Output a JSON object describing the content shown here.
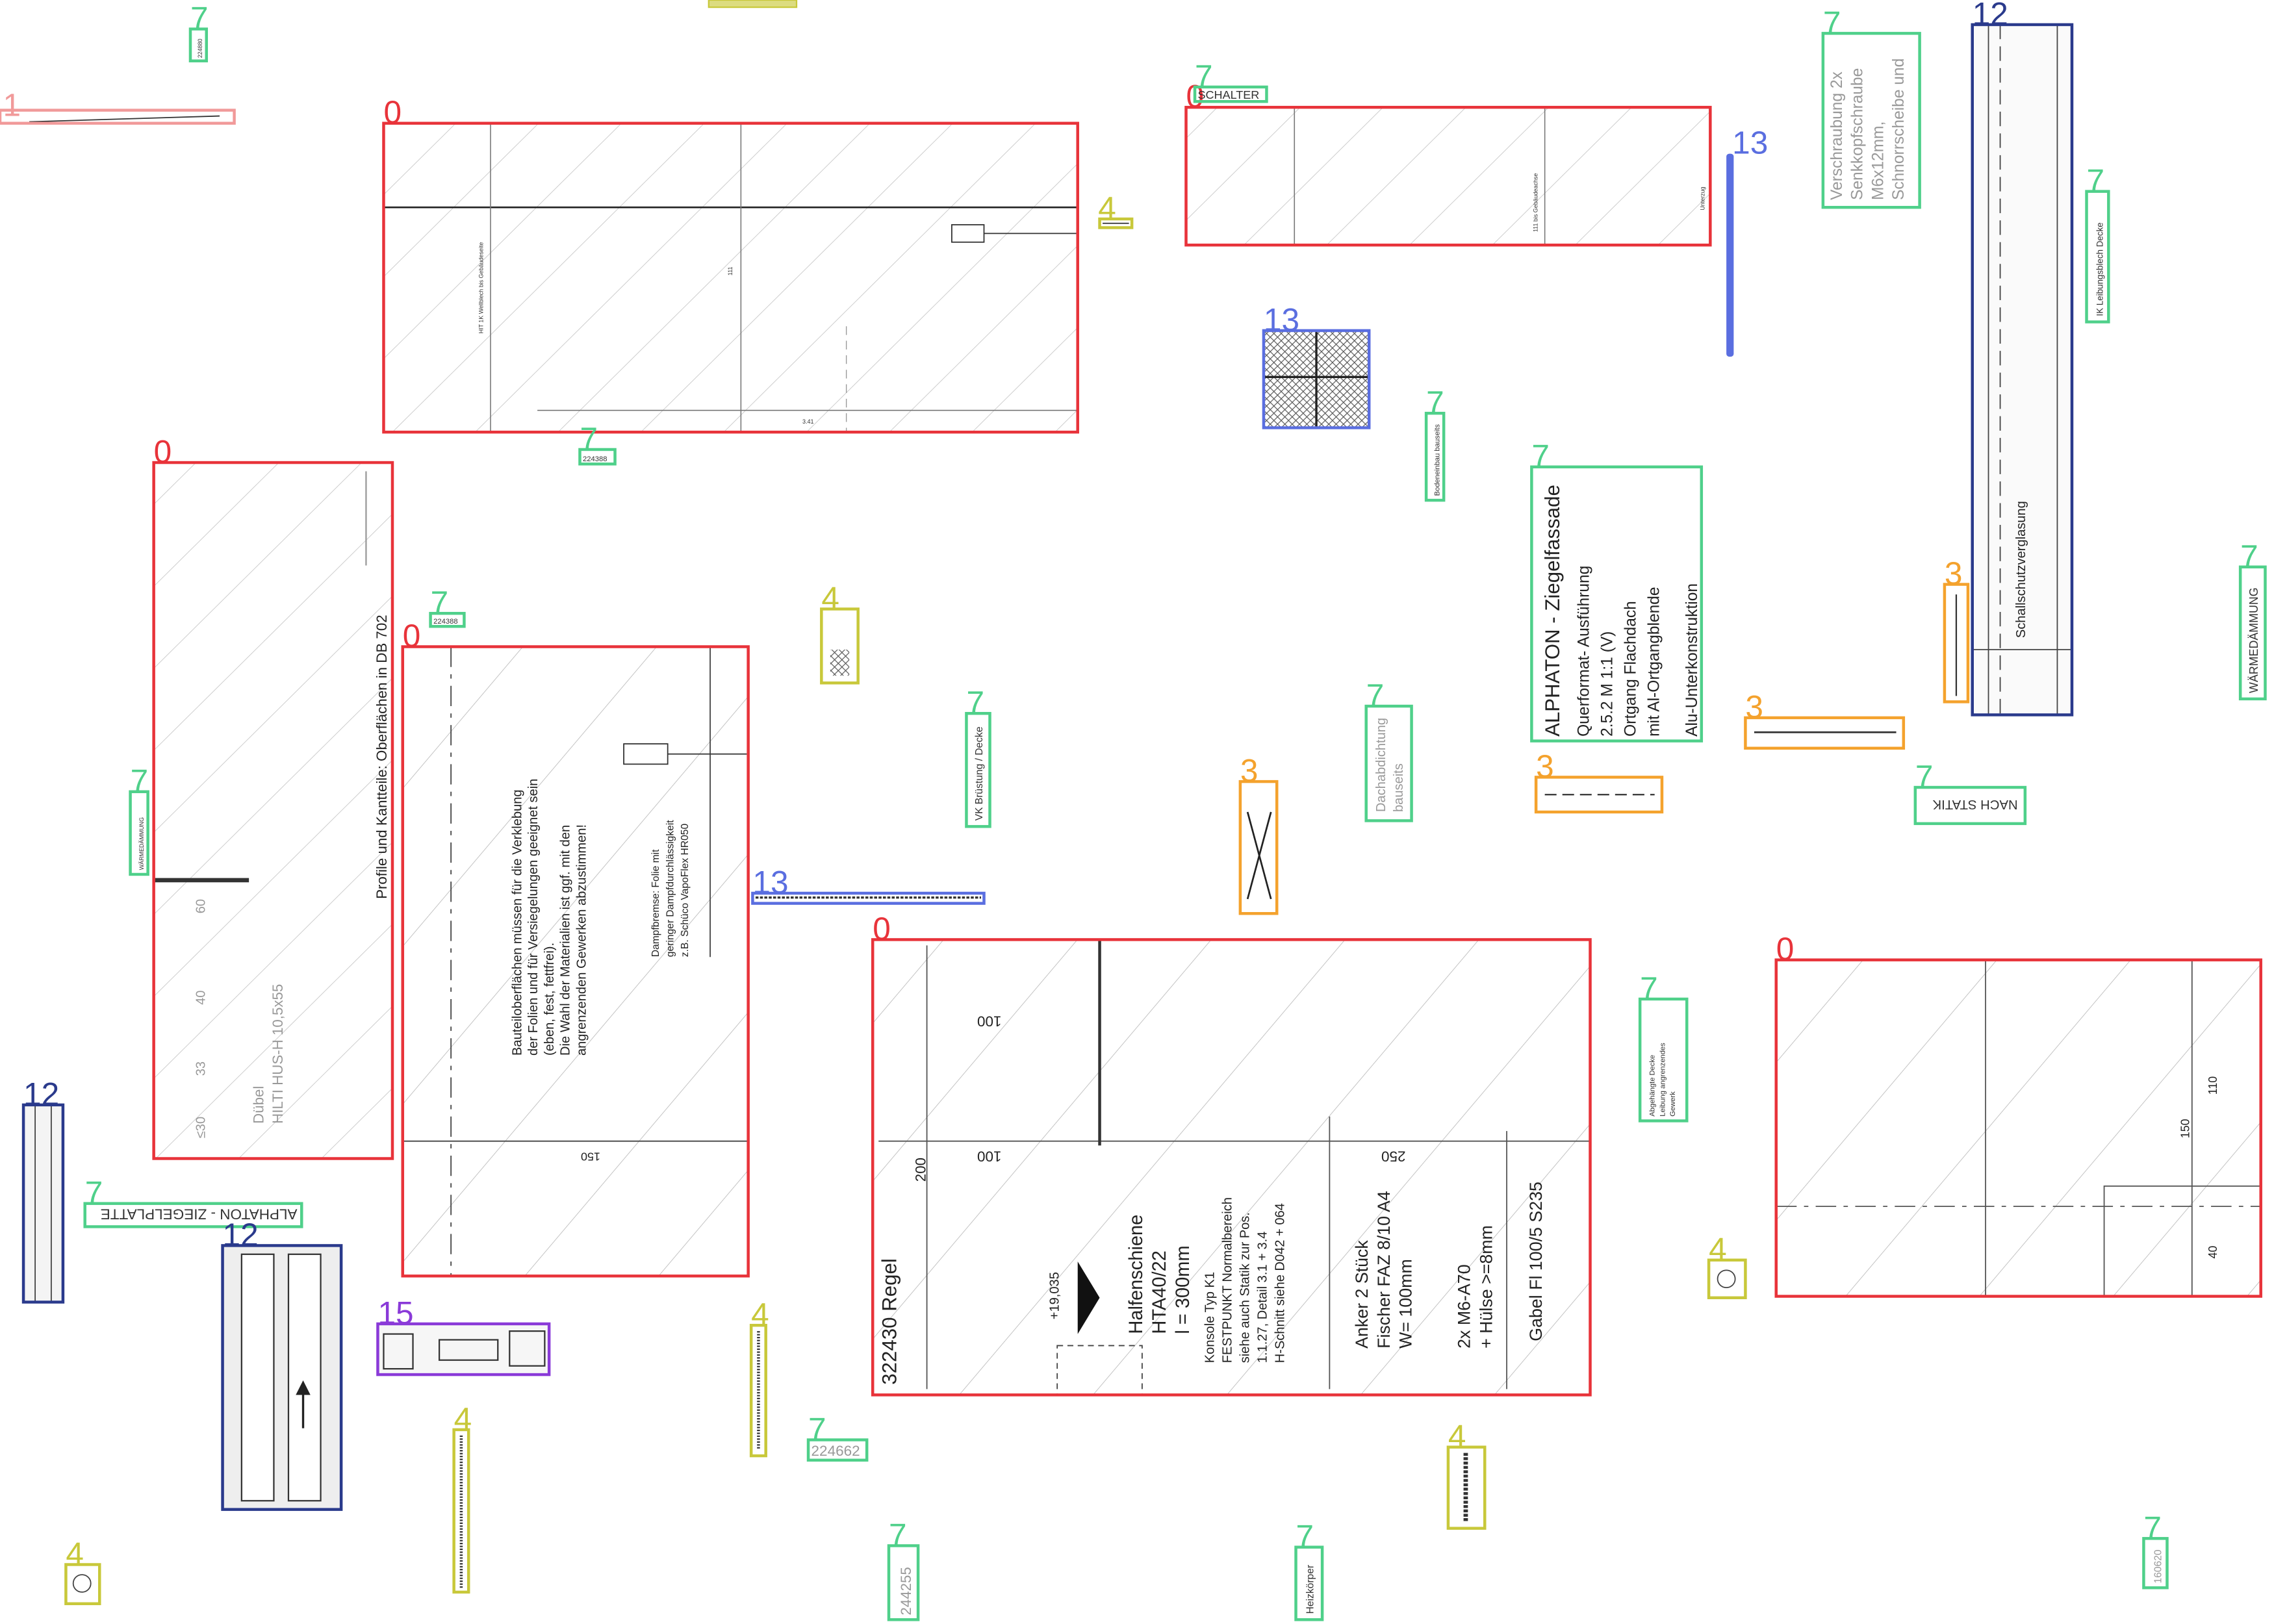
{
  "box_labels": {
    "c0": "0",
    "c1": "1",
    "c3": "3",
    "c4": "4",
    "c7": "7",
    "c12": "12",
    "c13": "13",
    "c15": "15"
  },
  "colors": {
    "class0": "#e8333a",
    "class1": "#f19a9a",
    "class3": "#f4a22d",
    "class4": "#c8c83a",
    "class7": "#4fd08a",
    "class12": "#2a3a8c",
    "class13": "#5a6ee0",
    "class15": "#8a3ad8"
  },
  "drawing": {
    "label_top_small": "224880",
    "label_schalter": "SCHALTER",
    "box_a_vertical_left": "HIT 1K Wellblech bis Gebäudeseite",
    "box_a_num": "224388",
    "box_b_vert_1": "111 bis Gebäudeachse",
    "box_b_vert_2": "Unterzug",
    "label_verschraubung": [
      "Verschraubung 2x",
      "Senkkopfschraube",
      "M6x12mm,",
      "Schnorrscheibe und"
    ],
    "label_ik": "IK Leibungsblech Decke",
    "label_schallschutz": "Schallschutzverglasung",
    "label_waermedaemmung_right": "WÄRMEDÄMMUNG",
    "label_waermedaemmung_left": "WÄRMEDÄMMUNG",
    "label_bodeneinbau": "Bodeneinbau bauseits",
    "alphaton_title": "ALPHATON - Ziegelfassade",
    "alphaton_lines": [
      "Querformat- Ausführung",
      "2.5.2   M 1:1 (V)",
      "Ortgang Flachdach",
      "mit Al-Ortgangblende",
      "Alu-Unterkonstruktion"
    ],
    "label_nach_statik": "NACH STATIK",
    "label_dachabdichtung": [
      "Dachabdichtung",
      "bauseits"
    ],
    "label_vk_bruestung": "VK Brüstung / Decke",
    "label_small_left_mid": "224388",
    "profile_text": "Profile und Kantteile: Oberflächen in DB 702",
    "duebel": [
      "Dübel",
      "HILTI HUS-H 10,5x55"
    ],
    "dims_left": [
      "60",
      "40",
      "33",
      "≤30"
    ],
    "bauteile_text": [
      "Bauteiloberflächen müssen für die Verklebung",
      "der Folien und für Versiegelungen geeignet sein",
      "(eben, fest, fettfrei).",
      "Die Wahl der Materialien ist ggf. mit den",
      "angrenzenden Gewerken abzustimmen!"
    ],
    "dampfbremse": [
      "Dampfbremse: Folie mit",
      "geringer Dampfdurchlässigkeit",
      "z.B. Schüco VapoFlex HR050"
    ],
    "dim_150": "150",
    "alphaton_ziegel": "ALPHATON - ZIEGELPLATTE",
    "main_dims": [
      "100",
      "100",
      "200",
      "250"
    ],
    "main_elev": "+19,035",
    "regel": "322430 Regel",
    "halfenschiene": [
      "Halfenschiene",
      "HTA40/22",
      "l = 300mm"
    ],
    "konsole": [
      "Konsole Typ K1",
      "FESTPUNKT Normalbereich",
      "siehe auch Statik zur Pos.",
      "1.1.27, Detail 3.1 + 3.4",
      "H-Schnitt siehe D042 + 064"
    ],
    "anker": [
      "Anker 2 Stück",
      "Fischer FAZ 8/10 A4",
      "W= 100mm"
    ],
    "m6": [
      "2x M6-A70",
      "+ Hülse >=8mm"
    ],
    "gabel": "Gabel Fl 100/5 S235",
    "abgehaengt": [
      "Abgehängte Decke",
      "Leibung angrenzendes",
      "Gewerk"
    ],
    "right_dims": [
      "110",
      "150",
      "40"
    ],
    "num_224662": "224662",
    "num_244255": "244255",
    "heizkoerper": "Heizkörper",
    "num_160620": "160620",
    "label_small_7_topleft": "224880"
  }
}
